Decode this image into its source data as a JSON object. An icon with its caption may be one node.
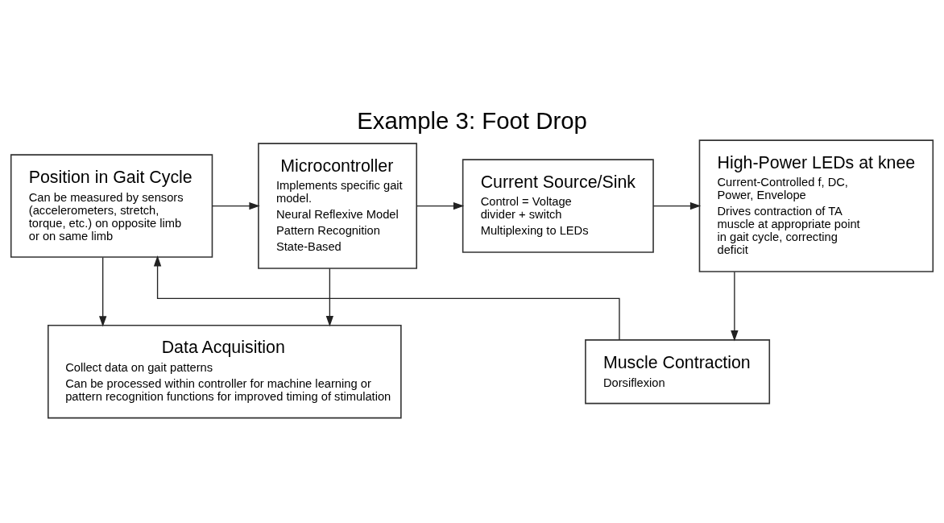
{
  "diagram": {
    "title": "Example 3: Foot Drop",
    "nodes": [
      {
        "text": [
          "Position in Gait Cycle",
          "Can be measured by sensors (accelerometers, stretch, torque, etc.) on opposite limb or on same limb"
        ]
      },
      {
        "text": [
          "Microcontroller",
          "Implements specific gait model.",
          "Neural Reflexive Model",
          "Pattern Recognition",
          "State-Based"
        ]
      },
      {
        "text": [
          "Current Source/Sink",
          "Control = Voltage divider + switch",
          "Multiplexing to LEDs"
        ]
      },
      {
        "text": [
          "High-Power LEDs at knee",
          "Current-Controlled f, DC, Power, Envelope",
          "Drives contraction of TA muscle at appropriate point in gait cycle, correcting deficit"
        ]
      },
      {
        "text": [
          "Data Acquisition",
          "Collect data on gait patterns",
          "Can be processed within controller for machine learning or pattern recognition functions for improved timing of stimulation"
        ]
      },
      {
        "text": [
          "Muscle Contraction",
          "Dorsiflexion"
        ]
      }
    ],
    "edges": [
      {
        "from": 0,
        "to": 1,
        "arrow": "to"
      },
      {
        "from": 1,
        "to": 2,
        "arrow": "to"
      },
      {
        "from": 2,
        "to": 3,
        "arrow": "to"
      },
      {
        "from": 0,
        "to": 4,
        "arrow": "to"
      },
      {
        "from": 1,
        "to": 4,
        "arrow": "to"
      },
      {
        "from": 3,
        "to": 5,
        "arrow": "to"
      },
      {
        "from": 5,
        "to": 0,
        "arrow": "to"
      }
    ]
  }
}
